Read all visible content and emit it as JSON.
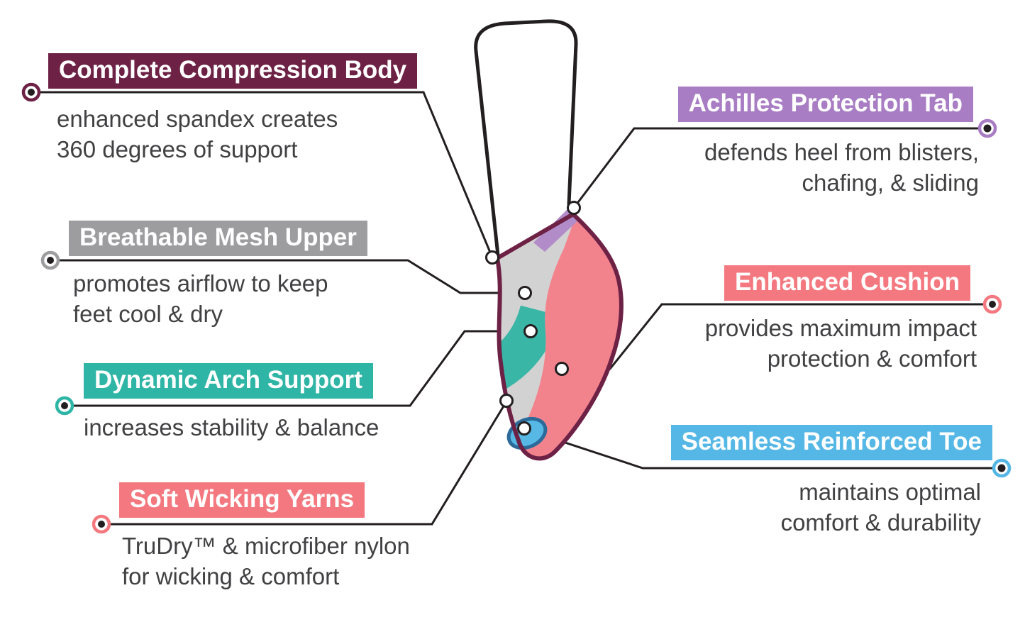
{
  "features": {
    "compression": {
      "label": "Complete Compression Body",
      "desc_lines": [
        "enhanced spandex creates",
        "360 degrees of support"
      ],
      "color": "#6d2145"
    },
    "mesh": {
      "label": "Breathable Mesh Upper",
      "desc_lines": [
        "promotes airflow to keep",
        "feet cool & dry"
      ],
      "color": "#9d9d9f"
    },
    "arch": {
      "label": "Dynamic Arch Support",
      "desc_lines": [
        "increases stability & balance"
      ],
      "color": "#2eb5a5"
    },
    "wicking": {
      "label": "Soft Wicking Yarns",
      "desc_lines": [
        "TruDry™ & microfiber nylon",
        "for wicking & comfort"
      ],
      "color": "#f4787f"
    },
    "achilles": {
      "label": "Achilles Protection Tab",
      "desc_lines": [
        "defends heel from blisters,",
        "chafing, & sliding"
      ],
      "color": "#a87dc4"
    },
    "cushion": {
      "label": "Enhanced Cushion",
      "desc_lines": [
        "provides maximum impact",
        "protection & comfort"
      ],
      "color": "#f4787f"
    },
    "toe": {
      "label": "Seamless Reinforced Toe",
      "desc_lines": [
        "maintains optimal",
        "comfort & durability"
      ],
      "color": "#54b7e5"
    }
  },
  "sock": {
    "body_color": "#f2838d",
    "outline_color": "#6d2145",
    "mesh_color": "#d3d2d2",
    "arch_color": "#3ab6a6",
    "tab_color": "#b28cc9",
    "toe_color": "#57b8e6",
    "toe_edge_color": "#2b6a99",
    "line_color": "#231f20",
    "text_color": "#414042",
    "background_color": "#ffffff"
  }
}
